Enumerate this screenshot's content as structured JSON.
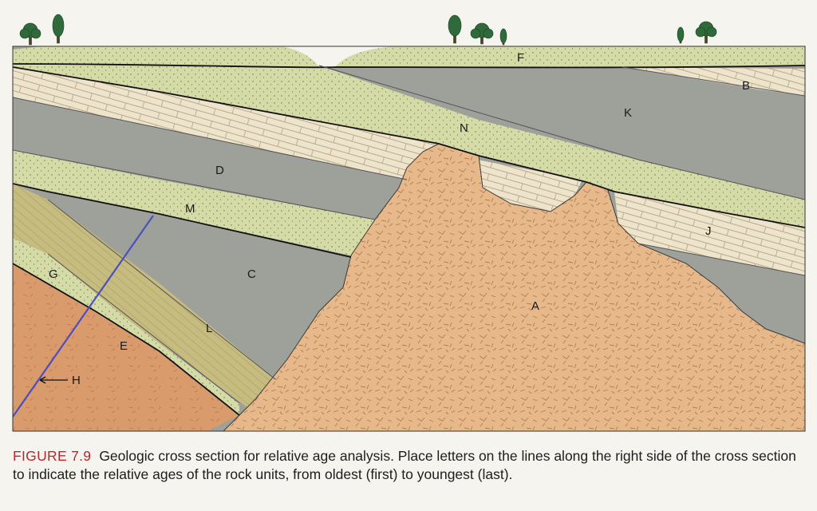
{
  "figure": {
    "number": "FIGURE 7.9",
    "caption": "Geologic cross section for relative age analysis. Place letters on the lines along the right side of the cross section to indicate the relative ages of the rock units, from oldest (first) to youngest (last)."
  },
  "labels": {
    "A": "A",
    "B": "B",
    "C": "C",
    "D": "D",
    "E": "E",
    "F": "F",
    "G": "G",
    "H": "H",
    "J": "J",
    "K": "K",
    "L": "L",
    "M": "M",
    "N": "N"
  },
  "colors": {
    "granite": "#e7b98a",
    "gray_shale": "#9ea09a",
    "sandstone": "#d5dba6",
    "limestone": "#eee3cb",
    "olive": "#c7bc80",
    "basement": "#d99a6c",
    "dike": "#4b4fc0",
    "sky": "#f6f4ee",
    "caption_red": "#b8282c"
  }
}
